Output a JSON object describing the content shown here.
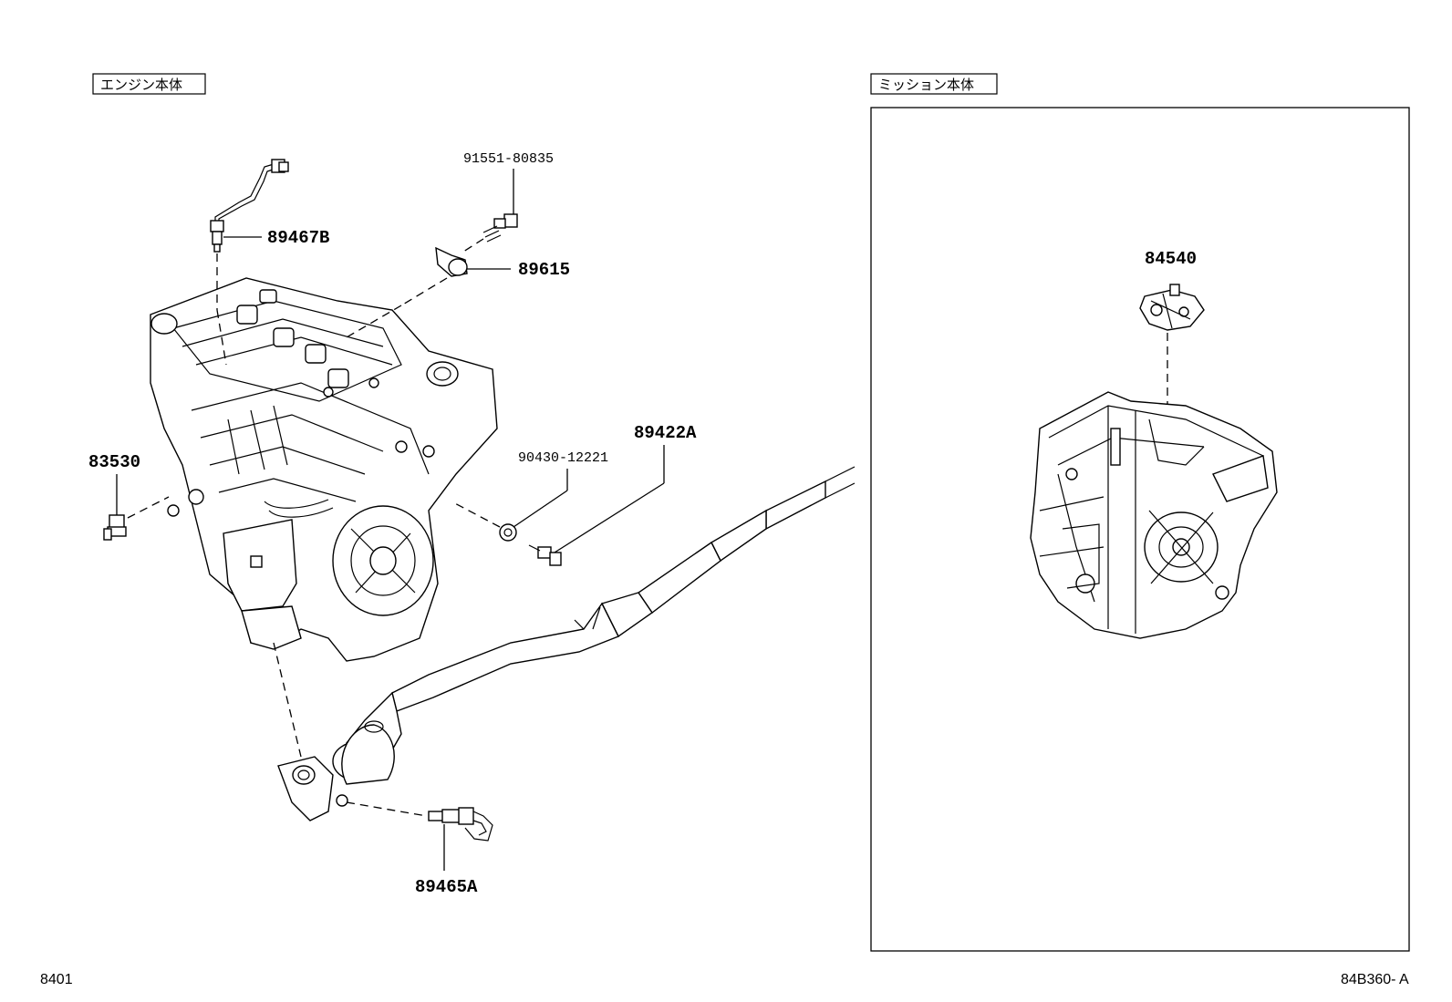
{
  "sections": {
    "engine": {
      "label": "エンジン本体"
    },
    "transmission": {
      "label": "ミッション本体"
    }
  },
  "parts": {
    "p89467B": "89467B",
    "p91551": "91551-80835",
    "p89615": "89615",
    "p83530": "83530",
    "p90430": "90430-12221",
    "p89422A": "89422A",
    "p89465A": "89465A",
    "p84540": "84540"
  },
  "footer": {
    "page_code": "8401",
    "figure_code": "84B360- A"
  }
}
